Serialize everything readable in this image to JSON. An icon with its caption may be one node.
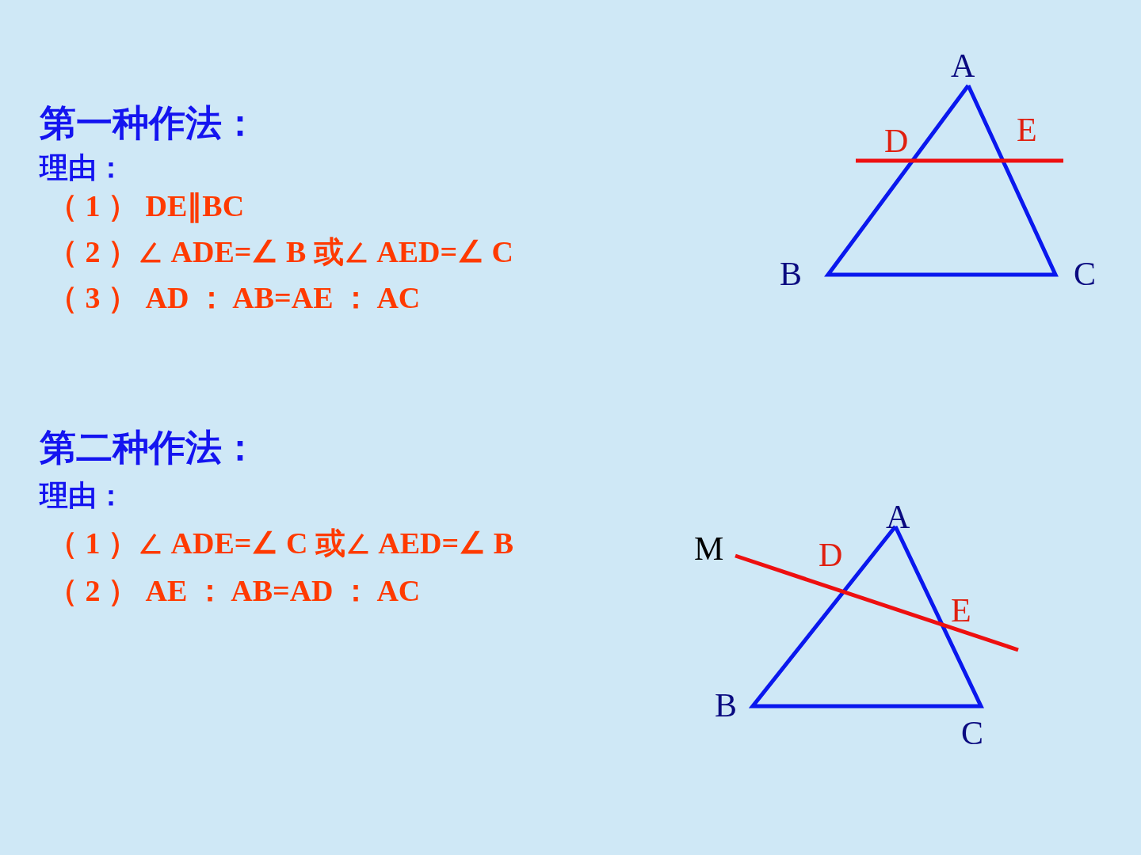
{
  "diagram": {
    "labels": [
      "A",
      "第一种作法：",
      "E",
      "D",
      "理由：",
      "（ 1 ） DE∥BC",
      "（ 2 ）∠ ADE=∠ B 或∠ AED=∠ C",
      "B",
      "C",
      "（ 3 ） AD ： AB=AE ： AC",
      "第二种作法：",
      "理由：",
      "A",
      "M",
      "D",
      "（ 1 ）∠ ADE=∠ C 或∠ AED=∠ B",
      "E",
      "（ 2 ） AE ： AB=AD ： AC",
      "B",
      "C"
    ]
  }
}
